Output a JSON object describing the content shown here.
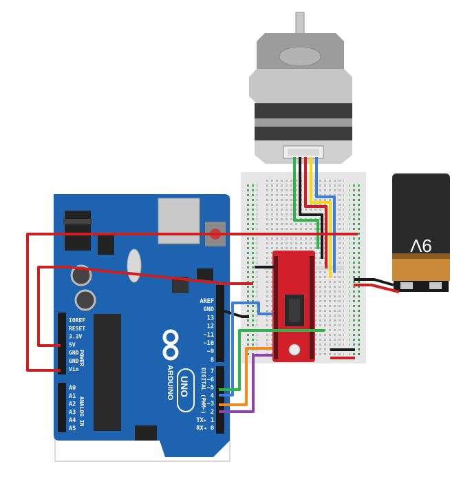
{
  "arduino": {
    "brand": "ARDUINO",
    "model": "UNO",
    "power_label": "POWER",
    "analog_label": "ANALOG IN",
    "digital_label": "DIGITAL (PWM~)",
    "power_pins": [
      "IOREF",
      "RESET",
      "3.3V",
      "5V",
      "GND",
      "GND",
      "Vin"
    ],
    "analog_pins": [
      "A0",
      "A1",
      "A2",
      "A3",
      "A4",
      "A5"
    ],
    "top_pins": [
      "AREF",
      "GND",
      "13",
      "12",
      "~11",
      "~10",
      "~9",
      "8"
    ],
    "digital_pins": [
      "7",
      "~6",
      "~5",
      "4",
      "~3",
      "2",
      "TX▸ 1",
      "RX◂ 0"
    ]
  },
  "battery": {
    "label": "9V"
  },
  "wire_colors": {
    "red": "#cc1f1f",
    "black": "#1a1a1a",
    "green": "#2fb34a",
    "blue": "#3d7fd6",
    "yellow": "#f5d81c",
    "orange": "#f28a1e",
    "purple": "#8e44ad"
  }
}
